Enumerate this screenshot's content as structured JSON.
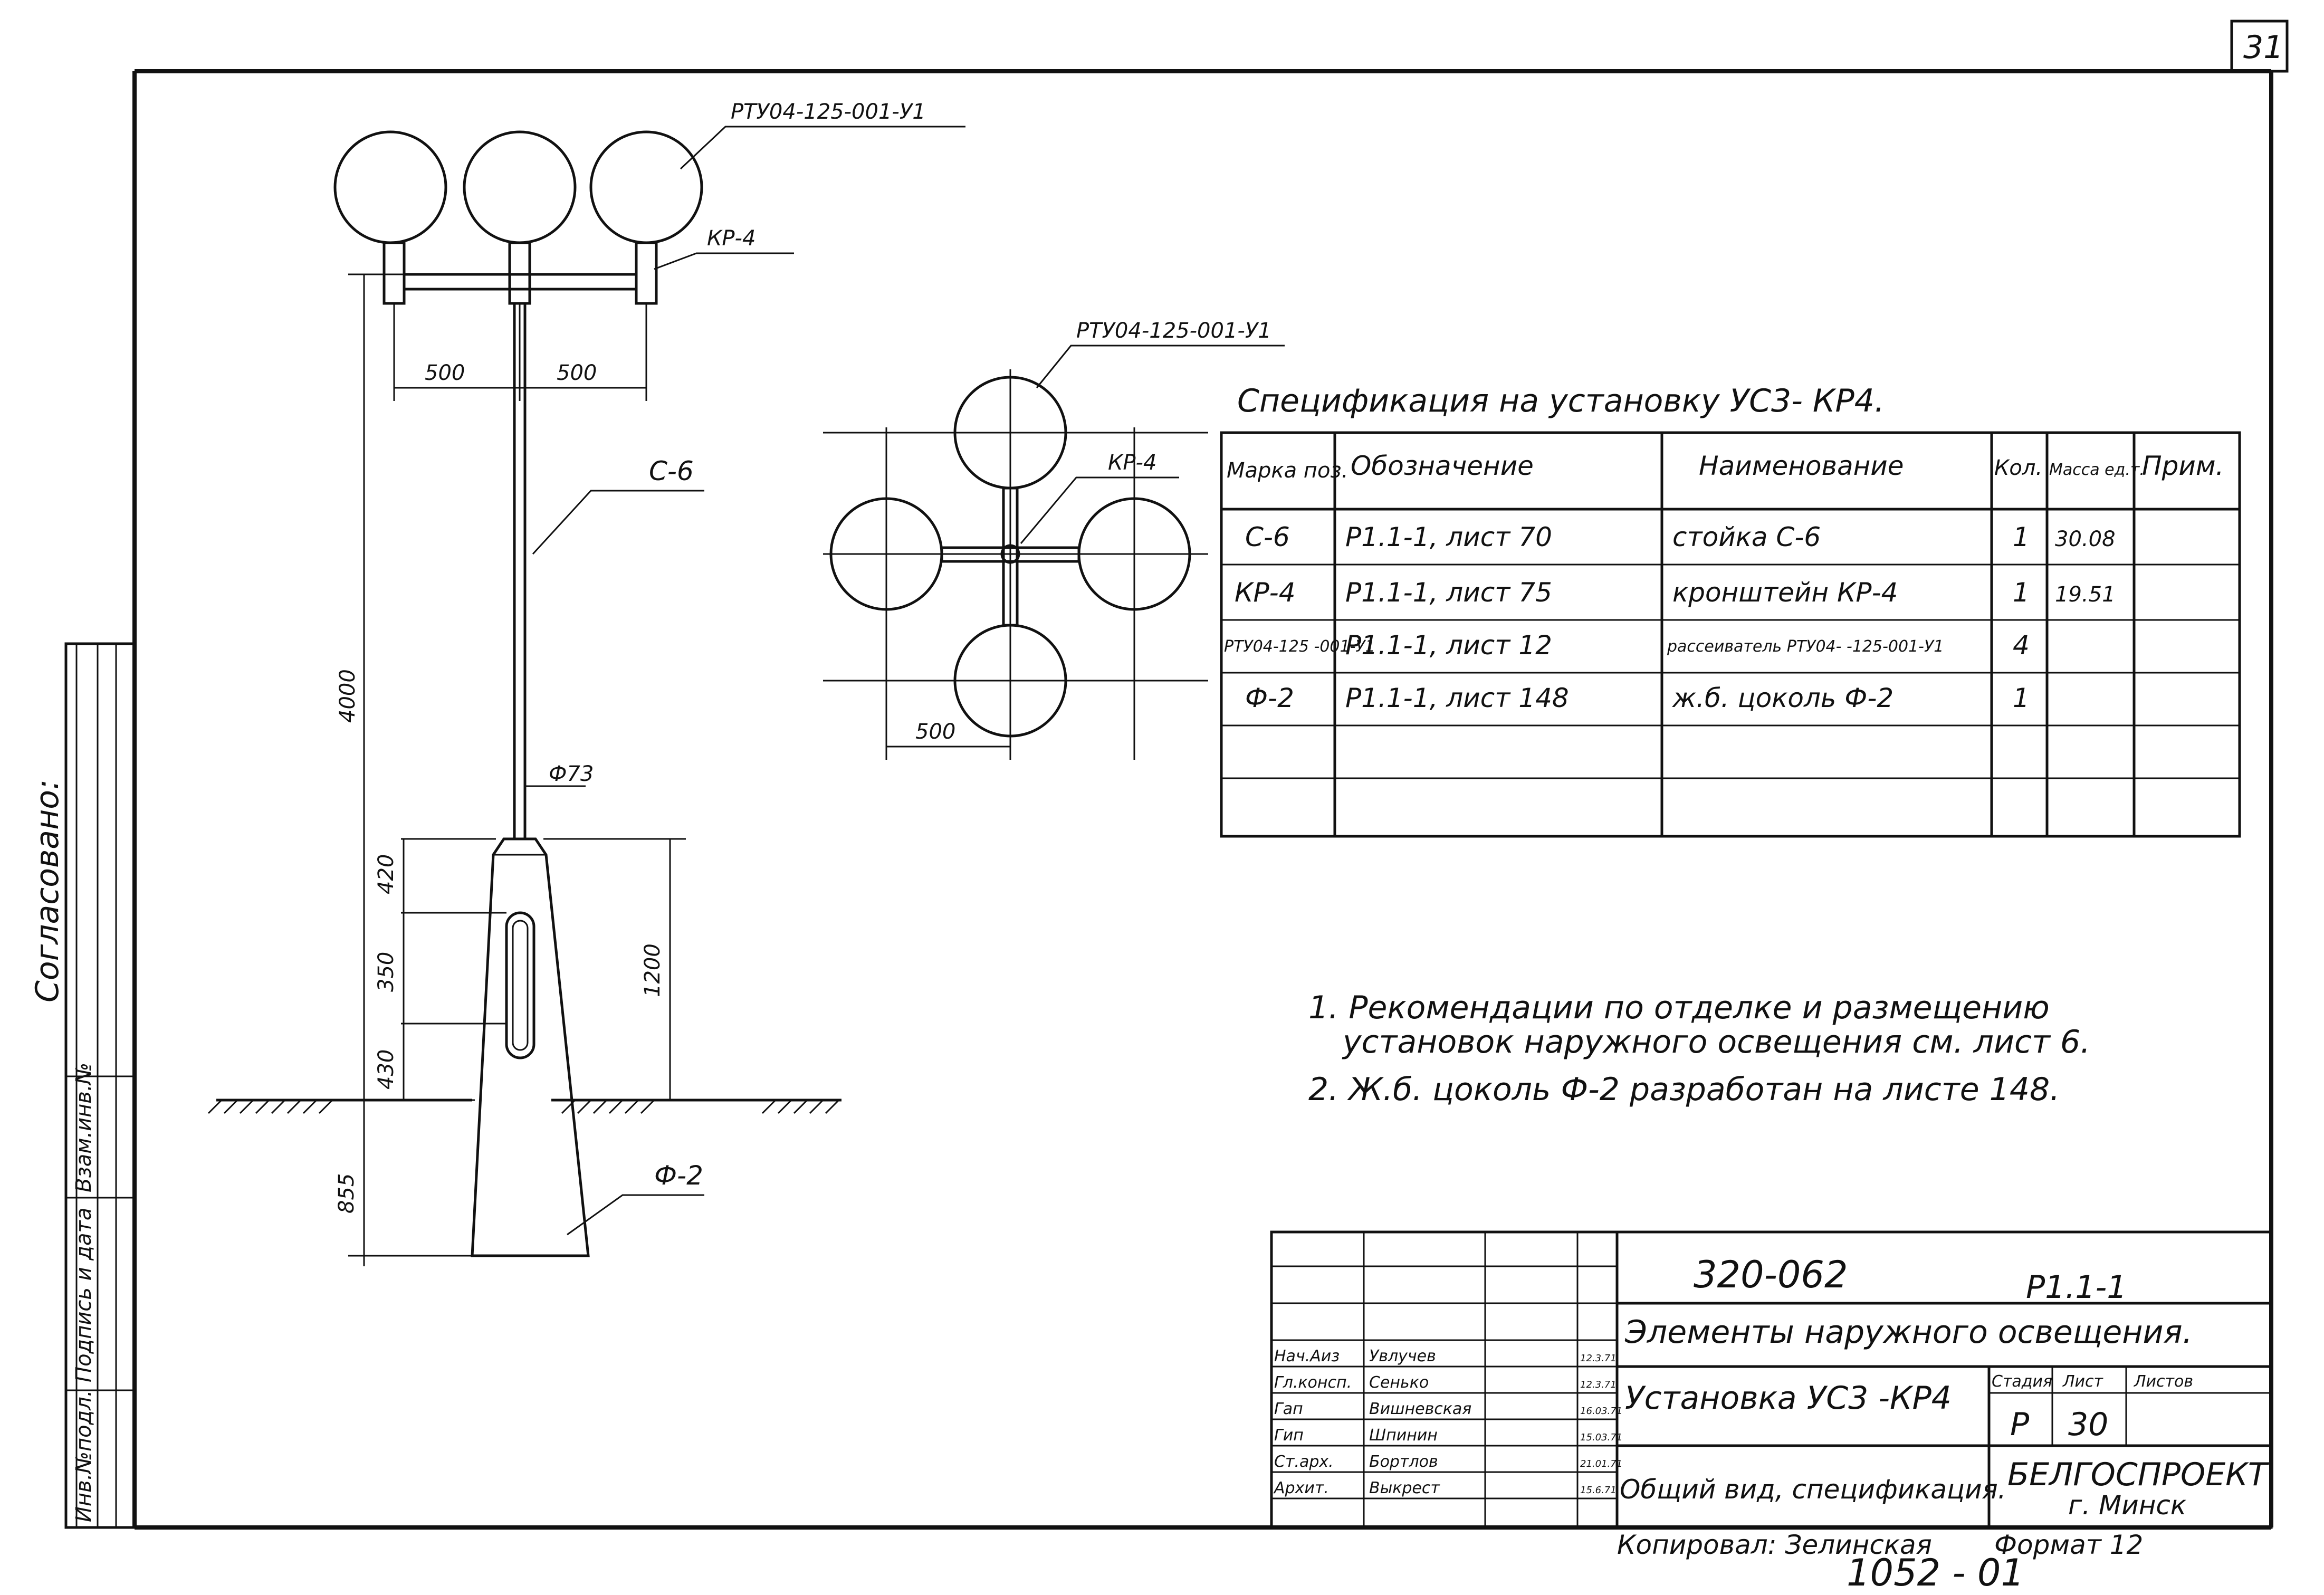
{
  "sheet_corner_number": "31",
  "left_stamp": {
    "agreed": "Согласовано:",
    "inv_podl": "Инв.№подл.",
    "podpis_data": "Подпись и дата",
    "vzam_inv": "Взам.инв.№"
  },
  "elevation": {
    "diffuser_label": "РТУ04-125-001-У1",
    "bracket_label": "КР-4",
    "pole_label": "С-6",
    "base_label": "Ф-2",
    "pole_diameter": "Ф73",
    "dim_500_left": "500",
    "dim_500_right": "500",
    "dim_4000": "4000",
    "dim_420": "420",
    "dim_350": "350",
    "dim_430": "430",
    "dim_1200": "1200",
    "dim_855": "855"
  },
  "plan": {
    "diffuser_label": "РТУ04-125-001-У1",
    "bracket_label": "КР-4",
    "dim_500": "500"
  },
  "spec": {
    "title": "Спецификация   на  установку  УС3- КР4.",
    "headers": [
      "Марка поз.",
      "Обозначение",
      "Наименование",
      "Кол.",
      "Масса ед.т.",
      "Прим."
    ],
    "rows": [
      [
        "С-6",
        "Р1.1-1,  лист 70",
        "стойка  С-6",
        "1",
        "30.08",
        ""
      ],
      [
        "КР-4",
        "Р1.1-1,  лист 75",
        "кронштейн  КР-4",
        "1",
        "19.51",
        ""
      ],
      [
        "РТУ04-125 -001-У1",
        "Р1.1-1,  лист 12",
        "рассеиватель РТУ04- -125-001-У1",
        "4",
        "",
        ""
      ],
      [
        "Ф-2",
        "Р1.1-1,  лист 148",
        "ж.б. цоколь  Ф-2",
        "1",
        "",
        ""
      ],
      [
        "",
        "",
        "",
        "",
        "",
        ""
      ],
      [
        "",
        "",
        "",
        "",
        "",
        ""
      ]
    ]
  },
  "notes": [
    "1. Рекомендации  по  отделке  и  размещению",
    "установок  наружного  освещения  см. лист 6.",
    "2. Ж.б.  цоколь  Ф-2  разработан  на  листе  148."
  ],
  "title_block": {
    "doc_code": "320-062",
    "series": "Р1.1-1",
    "project_title": "Элементы наружного освещения.",
    "drawing_name": "Установка  УС3 -КР4",
    "sheet_content": "Общий вид, спецификация.",
    "stage_header": "Стадия",
    "sheet_header": "Лист",
    "sheets_header": "Листов",
    "stage": "Р",
    "sheet_no": "30",
    "org_name": "БЕЛГОСПРОЕКТ",
    "org_city": "г. Минск",
    "staff": [
      {
        "role": "Нач.Аиз",
        "name": "Увлучев"
      },
      {
        "role": "Гл.консп.",
        "name": "Сенько"
      },
      {
        "role": "Гап",
        "name": "Вишневская"
      },
      {
        "role": "Гип",
        "name": "Шпинин"
      },
      {
        "role": "Ст.арх.",
        "name": "Бортлов"
      },
      {
        "role": "Архит.",
        "name": "Выкрест"
      }
    ],
    "dates": [
      "12.3.71",
      "12.3.71",
      "16.03.71",
      "15.03.71",
      "21.01.71",
      "15.6.71"
    ]
  },
  "footer": {
    "copied_by": "Копировал: Зелинская",
    "format": "Формат 12",
    "inventory_no": "1052 - 01"
  }
}
